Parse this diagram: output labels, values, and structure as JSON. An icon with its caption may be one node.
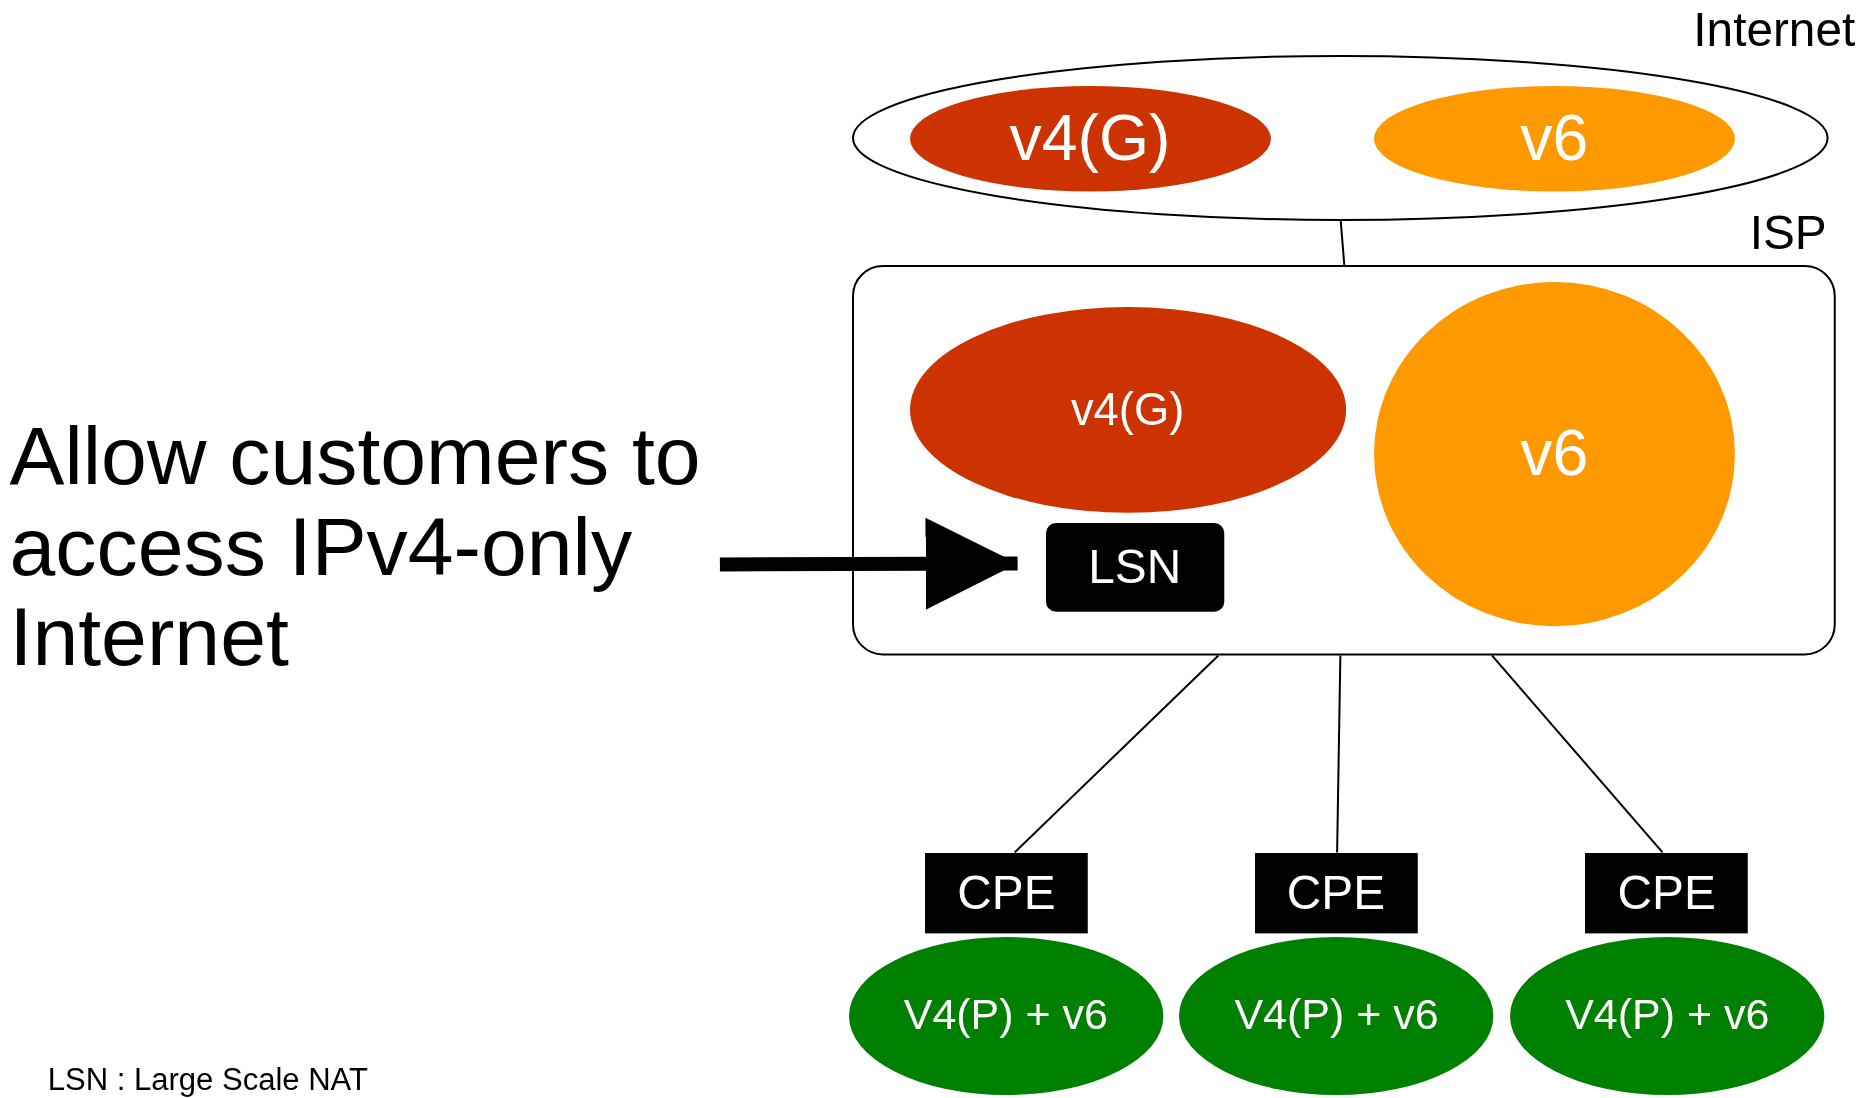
{
  "diagram": {
    "nodes": [
      {
        "text": [
          "Internet"
        ]
      },
      {
        "text": [
          "v4(G)"
        ],
        "in": 0
      },
      {
        "text": [
          "v6"
        ],
        "in": 0
      },
      {
        "text": [
          "ISP"
        ]
      },
      {
        "text": [
          "v4(G)"
        ],
        "in": 3
      },
      {
        "text": [
          "v6"
        ],
        "in": 3
      },
      {
        "text": [
          "LSN"
        ],
        "in": 3
      },
      {
        "text": [
          "Allow customers to access IPv4-only Internet"
        ]
      },
      {
        "text": [
          "CPE"
        ]
      },
      {
        "text": [
          "CPE"
        ]
      },
      {
        "text": [
          "CPE"
        ]
      },
      {
        "text": [
          "V4(P) + v6"
        ]
      },
      {
        "text": [
          "V4(P) + v6"
        ]
      },
      {
        "text": [
          "V4(P) + v6"
        ]
      }
    ],
    "edges": [
      {
        "from": 0,
        "to": 3,
        "arrow": "none"
      },
      {
        "from": 7,
        "to": 6,
        "arrow": "to",
        "style": "thick"
      },
      {
        "from": 3,
        "to": 8,
        "arrow": "none"
      },
      {
        "from": 3,
        "to": 9,
        "arrow": "none"
      },
      {
        "from": 3,
        "to": 10,
        "arrow": "none"
      }
    ],
    "labels": [
      "LSN : Large Scale NAT"
    ]
  }
}
